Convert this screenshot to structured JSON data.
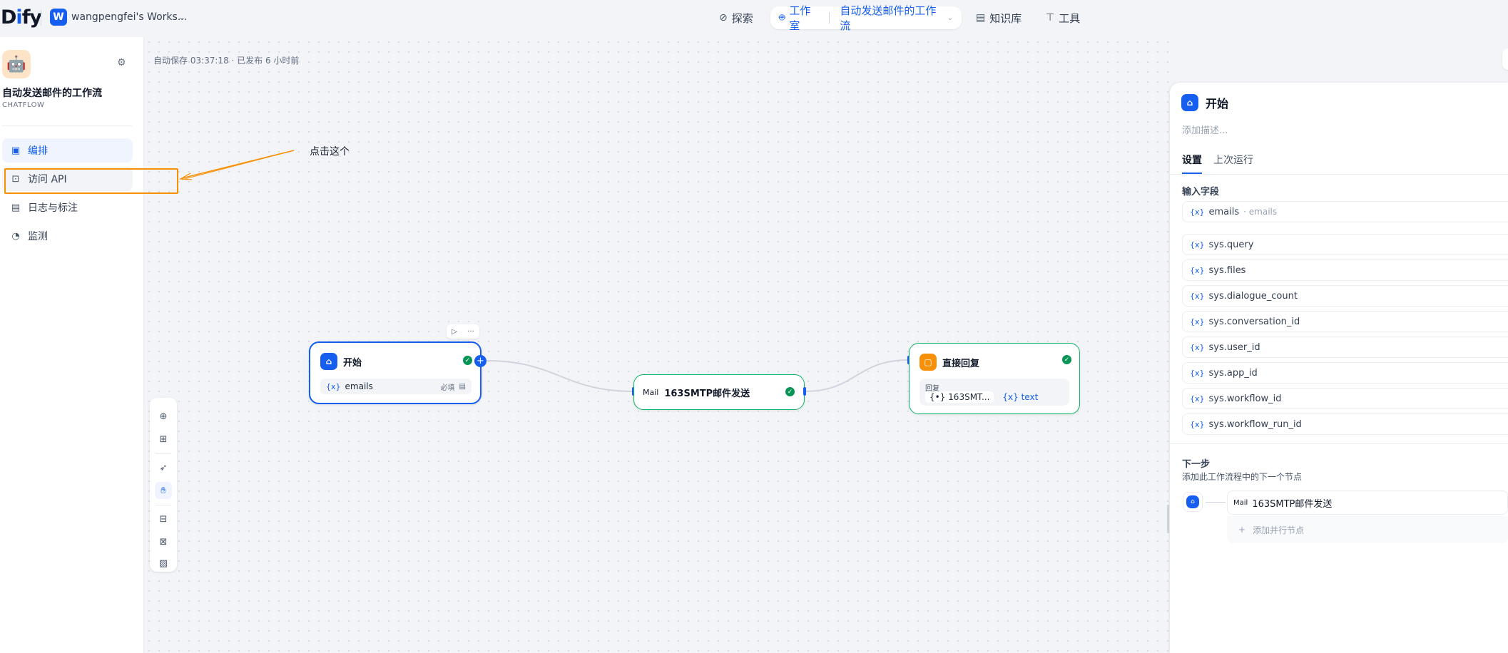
{
  "header": {
    "logo_prefix": "D",
    "logo_i": "i",
    "logo_suffix": "fy",
    "workspace_initial": "W",
    "workspace_name": "wangpengfei's Works...",
    "nav": {
      "explore": "探索",
      "studio": "工作室",
      "current_app": "自动发送邮件的工作流",
      "knowledge": "知识库",
      "tools": "工具"
    }
  },
  "sidebar": {
    "app_icon": "🤖",
    "app_title": "自动发送邮件的工作流",
    "app_type": "CHATFLOW",
    "items": [
      {
        "label": "编排",
        "icon": "layout-icon",
        "active": true
      },
      {
        "label": "访问 API",
        "icon": "terminal-icon",
        "active": false
      },
      {
        "label": "日志与标注",
        "icon": "file-list-icon",
        "active": false
      },
      {
        "label": "监测",
        "icon": "dashboard-icon",
        "active": false
      }
    ]
  },
  "annotation": {
    "callout_text": "点击这个",
    "highlight_color": "#f79009"
  },
  "canvas": {
    "autosave_text": "自动保存 03:37:18 · 已发布 6 小时前",
    "nodes": {
      "start": {
        "title": "开始",
        "var_icon": "{x}",
        "var_name": "emails",
        "required": "必填"
      },
      "mail": {
        "icon_label": "Mail",
        "title": "163SMTP邮件发送"
      },
      "reply": {
        "title": "直接回复",
        "reply_label": "回复",
        "chip1": "163SMT...",
        "chip2": "text"
      }
    }
  },
  "right_panel": {
    "title": "开始",
    "desc_placeholder": "添加描述...",
    "tabs": [
      "设置",
      "上次运行"
    ],
    "input_section": "输入字段",
    "user_field": {
      "name": "emails",
      "label": "emails"
    },
    "sys_fields": [
      "sys.query",
      "sys.files",
      "sys.dialogue_count",
      "sys.conversation_id",
      "sys.user_id",
      "sys.app_id",
      "sys.workflow_id",
      "sys.workflow_run_id"
    ],
    "next_title": "下一步",
    "next_sub": "添加此工作流程中的下一个节点",
    "next_node": {
      "icon_label": "Mail",
      "title": "163SMTP邮件发送"
    },
    "parallel_label": "添加并行节点"
  },
  "colors": {
    "accent": "#155eef",
    "success": "#079455",
    "reply_node": "#f79009"
  }
}
